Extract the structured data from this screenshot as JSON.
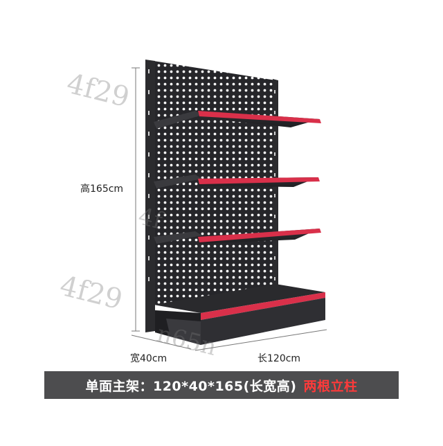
{
  "labels": {
    "height": "高165cm",
    "width": "宽40cm",
    "length": "长120cm"
  },
  "banner": {
    "text": "单面主架：120*40*165(长宽高)",
    "highlight": "两根立柱"
  },
  "watermarks": [
    "4f29",
    "4f29",
    "n65n",
    "4f"
  ],
  "colors": {
    "frame": "#2b2b2e",
    "shelf_red": "#d9304a",
    "banner_bg": "#4d4d4f",
    "highlight": "#ff3a3a"
  }
}
